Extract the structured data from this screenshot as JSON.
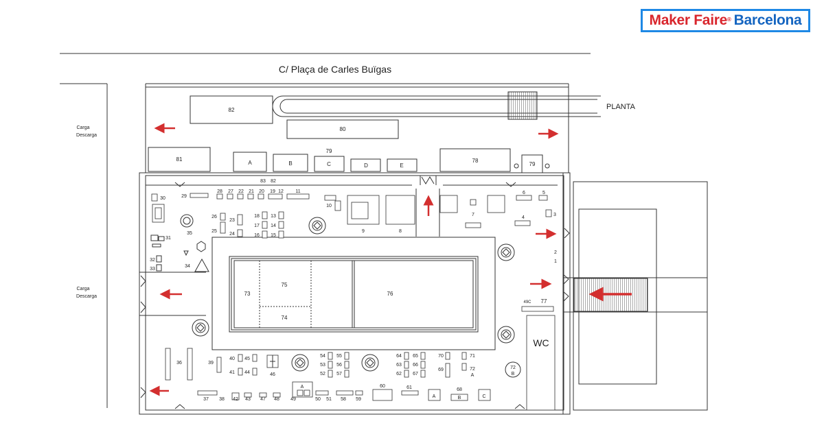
{
  "logo": {
    "part1": "Maker Faire",
    "part2": "Barcelona",
    "color_red": "#d9262d",
    "color_blue": "#1565c0"
  },
  "street": "C/  Plaça de Carles Buïgas",
  "planta": "PLANTA",
  "carga": [
    "Carga",
    "Descarga"
  ],
  "wc": "WC",
  "accent_arrow": "#d32f2f",
  "labels": {
    "b82": "82",
    "b80": "80",
    "b81": "81",
    "A_top": "A",
    "B_top": "B",
    "C_top": "C",
    "D_top": "D",
    "E_top": "E",
    "n79a": "79",
    "b78": "78",
    "b79": "79",
    "n83": "83",
    "n82s": "82",
    "n28": "28",
    "n27": "27",
    "n22": "22",
    "n21": "21",
    "n20": "20",
    "n19": "19",
    "n12": "12",
    "n11": "11",
    "n30": "30",
    "n29": "29",
    "n10": "10",
    "n9": "9",
    "n8": "8",
    "n7": "7",
    "n6": "6",
    "n5": "5",
    "n4": "4",
    "n3": "3",
    "n26": "26",
    "n25": "25",
    "n23": "23",
    "n24": "24",
    "n18": "18",
    "n17": "17",
    "n16": "16",
    "n13": "13",
    "n14": "14",
    "n15": "15",
    "n35": "35",
    "n31": "31",
    "n32": "32",
    "n33": "33",
    "n34": "34",
    "n2": "2",
    "n1": "1",
    "n73": "73",
    "n75": "75",
    "n74": "74",
    "n76": "76",
    "n49c": "49C",
    "n77": "77",
    "n36": "36",
    "n39": "39",
    "n40": "40",
    "n41": "41",
    "n45": "45",
    "n44": "44",
    "n46": "46",
    "n54": "54",
    "n53": "53",
    "n52": "52",
    "n55": "55",
    "n56": "56",
    "n57": "57",
    "n64": "64",
    "n63": "63",
    "n62": "62",
    "n65": "65",
    "n66": "66",
    "n67": "67",
    "n70": "70",
    "n69": "69",
    "n71": "71",
    "n72": "72",
    "n72A": "A",
    "n72b": "72",
    "n72B": "B",
    "n37": "37",
    "n38": "38",
    "n42": "42",
    "n43": "43",
    "n47": "47",
    "n48": "48",
    "n49": "49",
    "n49A": "A",
    "n50": "50",
    "n51": "51",
    "n58": "58",
    "n59": "59",
    "n60": "60",
    "n61": "61",
    "A_bot": "A",
    "n68": "68",
    "B_bot": "B",
    "C_bot": "C"
  }
}
